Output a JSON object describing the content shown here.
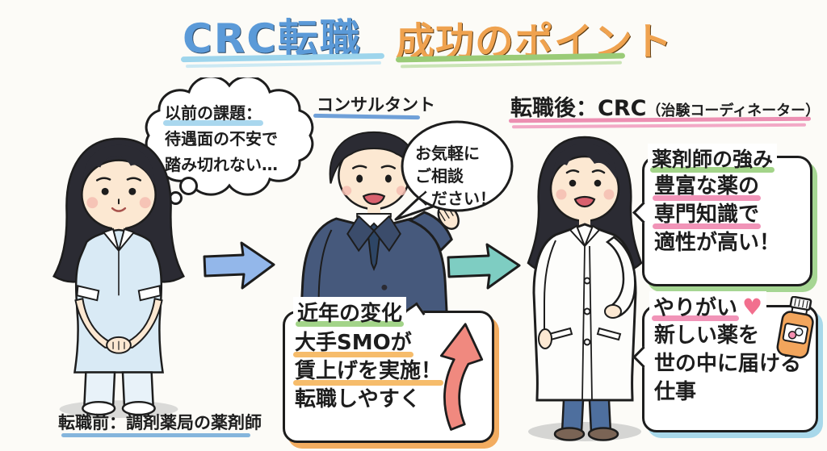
{
  "canvas": {
    "background": "#FCFBF7"
  },
  "title": {
    "part1": "CRC転職",
    "part2": "成功のポイント",
    "part1_color": "#5B9AD8",
    "part2_color": "#EFA24F",
    "underline1_color": "#9ED5EC",
    "underline2_color": "#9ACB77"
  },
  "before": {
    "person": "pharmacist-woman-in-light-blue-uniform",
    "thought_bubble": {
      "line1": "以前の課題：",
      "line2": "待遇面の不安で",
      "line3": "踏み切れない…"
    },
    "caption": "転職前：調剤薬局の薬剤師",
    "caption_underline_color": "#85B5DC"
  },
  "consultant": {
    "label": "コンサルタント",
    "label_underline_color": "#6FA0D8",
    "person": "consultant-man-in-navy-suit",
    "speech_bubble": {
      "line1": "お気軽に",
      "line2": "ご相談",
      "line3": "ください！"
    }
  },
  "recent_change_box": {
    "heading": "近年の変化",
    "lines": [
      "大手SMOが",
      "賃上げを実施！",
      "転職しやすく"
    ],
    "shadow_color": "#F2AC60",
    "up_arrow_color": "#F0897F"
  },
  "after": {
    "heading_main": "転職後：CRC",
    "heading_paren": "（治験コーディネーター）",
    "heading_underline_color": "#EC8FB2",
    "person": "crc-woman-in-white-lab-coat",
    "strength_box": {
      "heading": "薬剤師の強み",
      "lines": [
        "豊富な薬の",
        "専門知識で",
        "適性が高い！"
      ],
      "shadow_color": "#A6D693"
    },
    "reward_box": {
      "heading": "やりがい",
      "heart": "♥",
      "lines": [
        "新しい薬を",
        "世の中に届ける",
        "仕事"
      ],
      "shadow_color": "#A8D8EA"
    }
  },
  "arrows": {
    "arrow1_color": "#93B7EA",
    "arrow2_color": "#7ECDC2"
  }
}
